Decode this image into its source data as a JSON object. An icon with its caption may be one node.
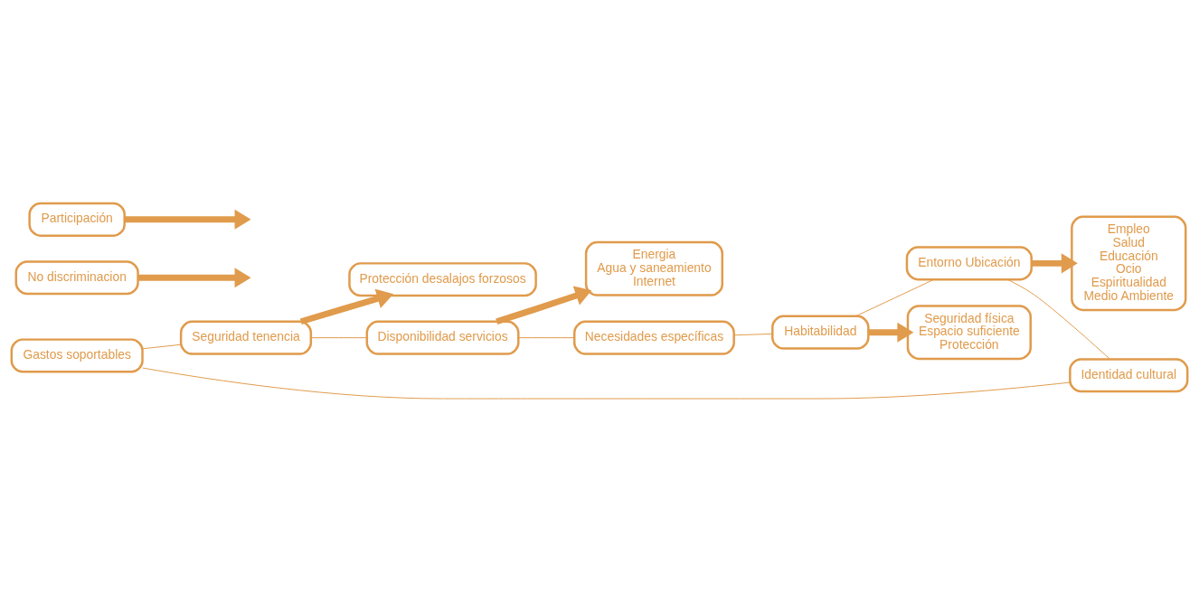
{
  "diagram": {
    "nodes": [
      {
        "text": [
          "Gastos soportables"
        ]
      },
      {
        "text": [
          "Identidad cultural"
        ]
      },
      {
        "text": [
          "Seguridad tenencia"
        ]
      },
      {
        "text": [
          "Protección desalajos forzosos"
        ]
      },
      {
        "text": [
          "Empleo",
          "Salud",
          "Educación",
          "Ocio",
          "Espiritualidad",
          "Medio Ambiente"
        ]
      },
      {
        "text": [
          "Entorno Ubicación"
        ]
      },
      {
        "text": [
          "Disponibilidad servicios"
        ]
      },
      {
        "text": [
          "Energia",
          "Agua y saneamiento",
          "Internet"
        ]
      },
      {
        "text": [
          "Habitabilidad"
        ]
      },
      {
        "text": [
          "Necesidades específicas"
        ]
      },
      {
        "text": [
          "Seguridad física",
          "Espacio suficiente",
          "Protección"
        ]
      },
      {
        "text": [
          "No discriminacion"
        ]
      },
      {
        "text": [
          "Participación"
        ]
      }
    ],
    "edges": [
      {
        "from": 0,
        "to": 2,
        "arrow": "none"
      },
      {
        "from": 2,
        "to": 6,
        "arrow": "none"
      },
      {
        "from": 6,
        "to": 9,
        "arrow": "none"
      },
      {
        "from": 9,
        "to": 8,
        "arrow": "none"
      },
      {
        "from": 8,
        "to": 5,
        "arrow": "none"
      },
      {
        "from": 5,
        "to": 1,
        "arrow": "none"
      },
      {
        "from": 1,
        "to": 0,
        "arrow": "none"
      },
      {
        "from": 2,
        "to": 3,
        "arrow": "to",
        "style": "thick"
      },
      {
        "from": 5,
        "to": 4,
        "arrow": "to",
        "style": "thick"
      },
      {
        "from": 6,
        "to": 7,
        "arrow": "to",
        "style": "thick"
      },
      {
        "from": 8,
        "to": 10,
        "arrow": "to",
        "style": "thick"
      },
      {
        "from": 11,
        "to": null,
        "arrow": "to",
        "style": "thick"
      },
      {
        "from": 12,
        "to": null,
        "arrow": "to",
        "style": "thick"
      }
    ]
  }
}
